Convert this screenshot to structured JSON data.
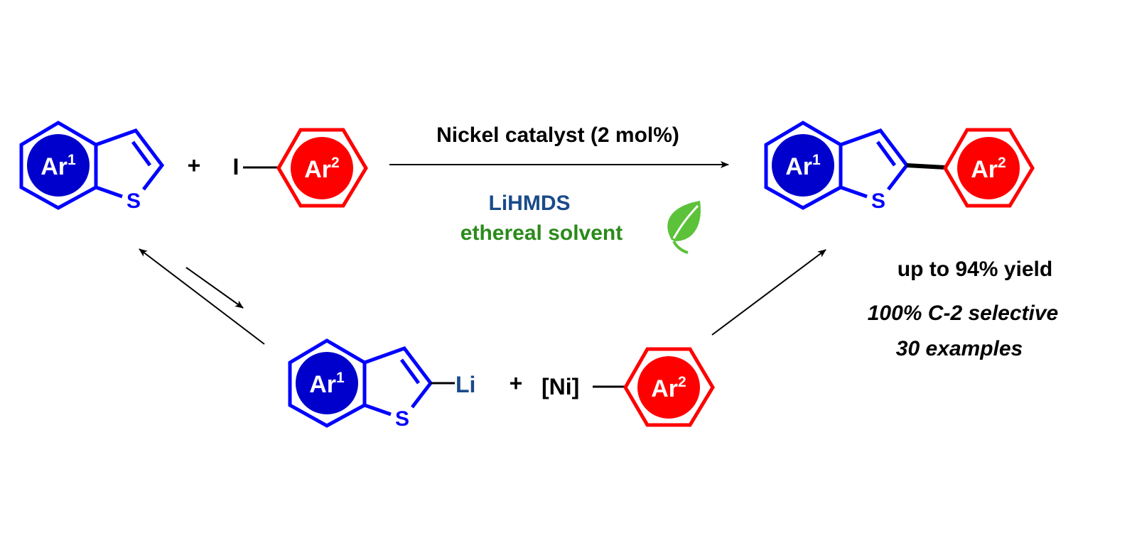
{
  "reaction": {
    "catalyst_label": "Nickel catalyst (2 mol%)",
    "base_label": "LiHMDS",
    "solvent_label": "ethereal solvent",
    "plus": "+"
  },
  "labels": {
    "ar": "Ar",
    "ar1_sup": "1",
    "ar2_sup": "2",
    "sulfur": "S",
    "iodine": "I",
    "lithium": "Li",
    "nickel": "[Ni]"
  },
  "results": {
    "yield": "up to 94% yield",
    "selectivity": "100% C-2 selective",
    "examples": "30 examples"
  },
  "colors": {
    "ar1": "#0000ff",
    "ar2": "#ff0000",
    "base": "#1a4a8a",
    "solvent": "#2a8a1a",
    "leaf": "#5cc23a"
  },
  "icons": {
    "green_chemistry": "leaf-icon"
  }
}
